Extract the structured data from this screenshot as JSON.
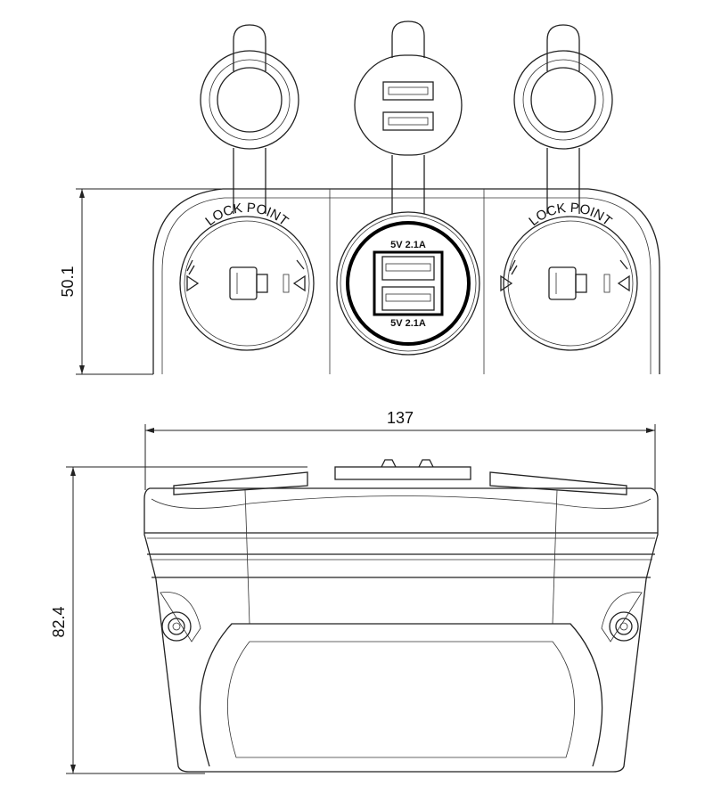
{
  "top_view": {
    "left_socket_label": "LOCK POINT",
    "right_socket_label": "LOCK POINT",
    "usb_top_label": "5V 2.1A",
    "usb_bottom_label": "5V 2.1A"
  },
  "dimensions": {
    "height_top": "50.1",
    "width": "137",
    "height_side": "82.4"
  }
}
